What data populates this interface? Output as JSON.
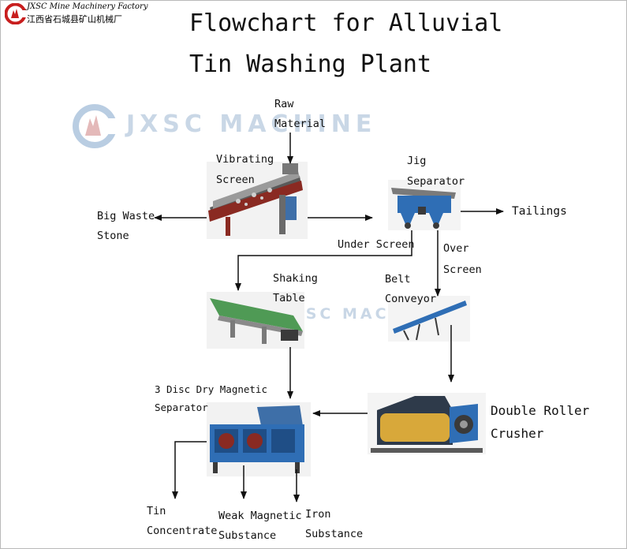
{
  "logo": {
    "company_en": "JXSC Mine Machinery Factory",
    "company_cn": "江西省石城县矿山机械厂",
    "icon": "jxsc-logo-icon"
  },
  "title": {
    "line1": "Flowchart for Alluvial",
    "line2": "Tin Washing Plant"
  },
  "watermark": {
    "text": "JXSC MACHINE"
  },
  "nodes": {
    "raw_material": [
      "Raw",
      "Material"
    ],
    "vibrating_screen": [
      "Vibrating",
      "Screen"
    ],
    "jig_separator": [
      "Jig",
      "Separator"
    ],
    "big_waste_stone": [
      "Big Waste",
      "Stone"
    ],
    "tailings": "Tailings",
    "under_screen": "Under Screen",
    "over_screen": [
      "Over",
      "Screen"
    ],
    "shaking_table": [
      "Shaking",
      "Table"
    ],
    "belt_conveyor": [
      "Belt",
      "Conveyor"
    ],
    "magnetic_separator": [
      "3 Disc Dry Magnetic",
      "Separator"
    ],
    "double_roller_crusher": [
      "Double Roller",
      "Crusher"
    ],
    "tin_concentrate": [
      "Tin",
      "Concentrate"
    ],
    "weak_magnetic_substance": [
      "Weak Magnetic",
      "Substance"
    ],
    "iron_substance": [
      "Iron",
      "Substance"
    ]
  },
  "colors": {
    "blue_machine": "#2f6eb5",
    "dark_frame": "#3a3a3a",
    "red_frame": "#8a2a22",
    "yellow_belt": "#d8a83a",
    "green_table": "#4f9a55"
  }
}
